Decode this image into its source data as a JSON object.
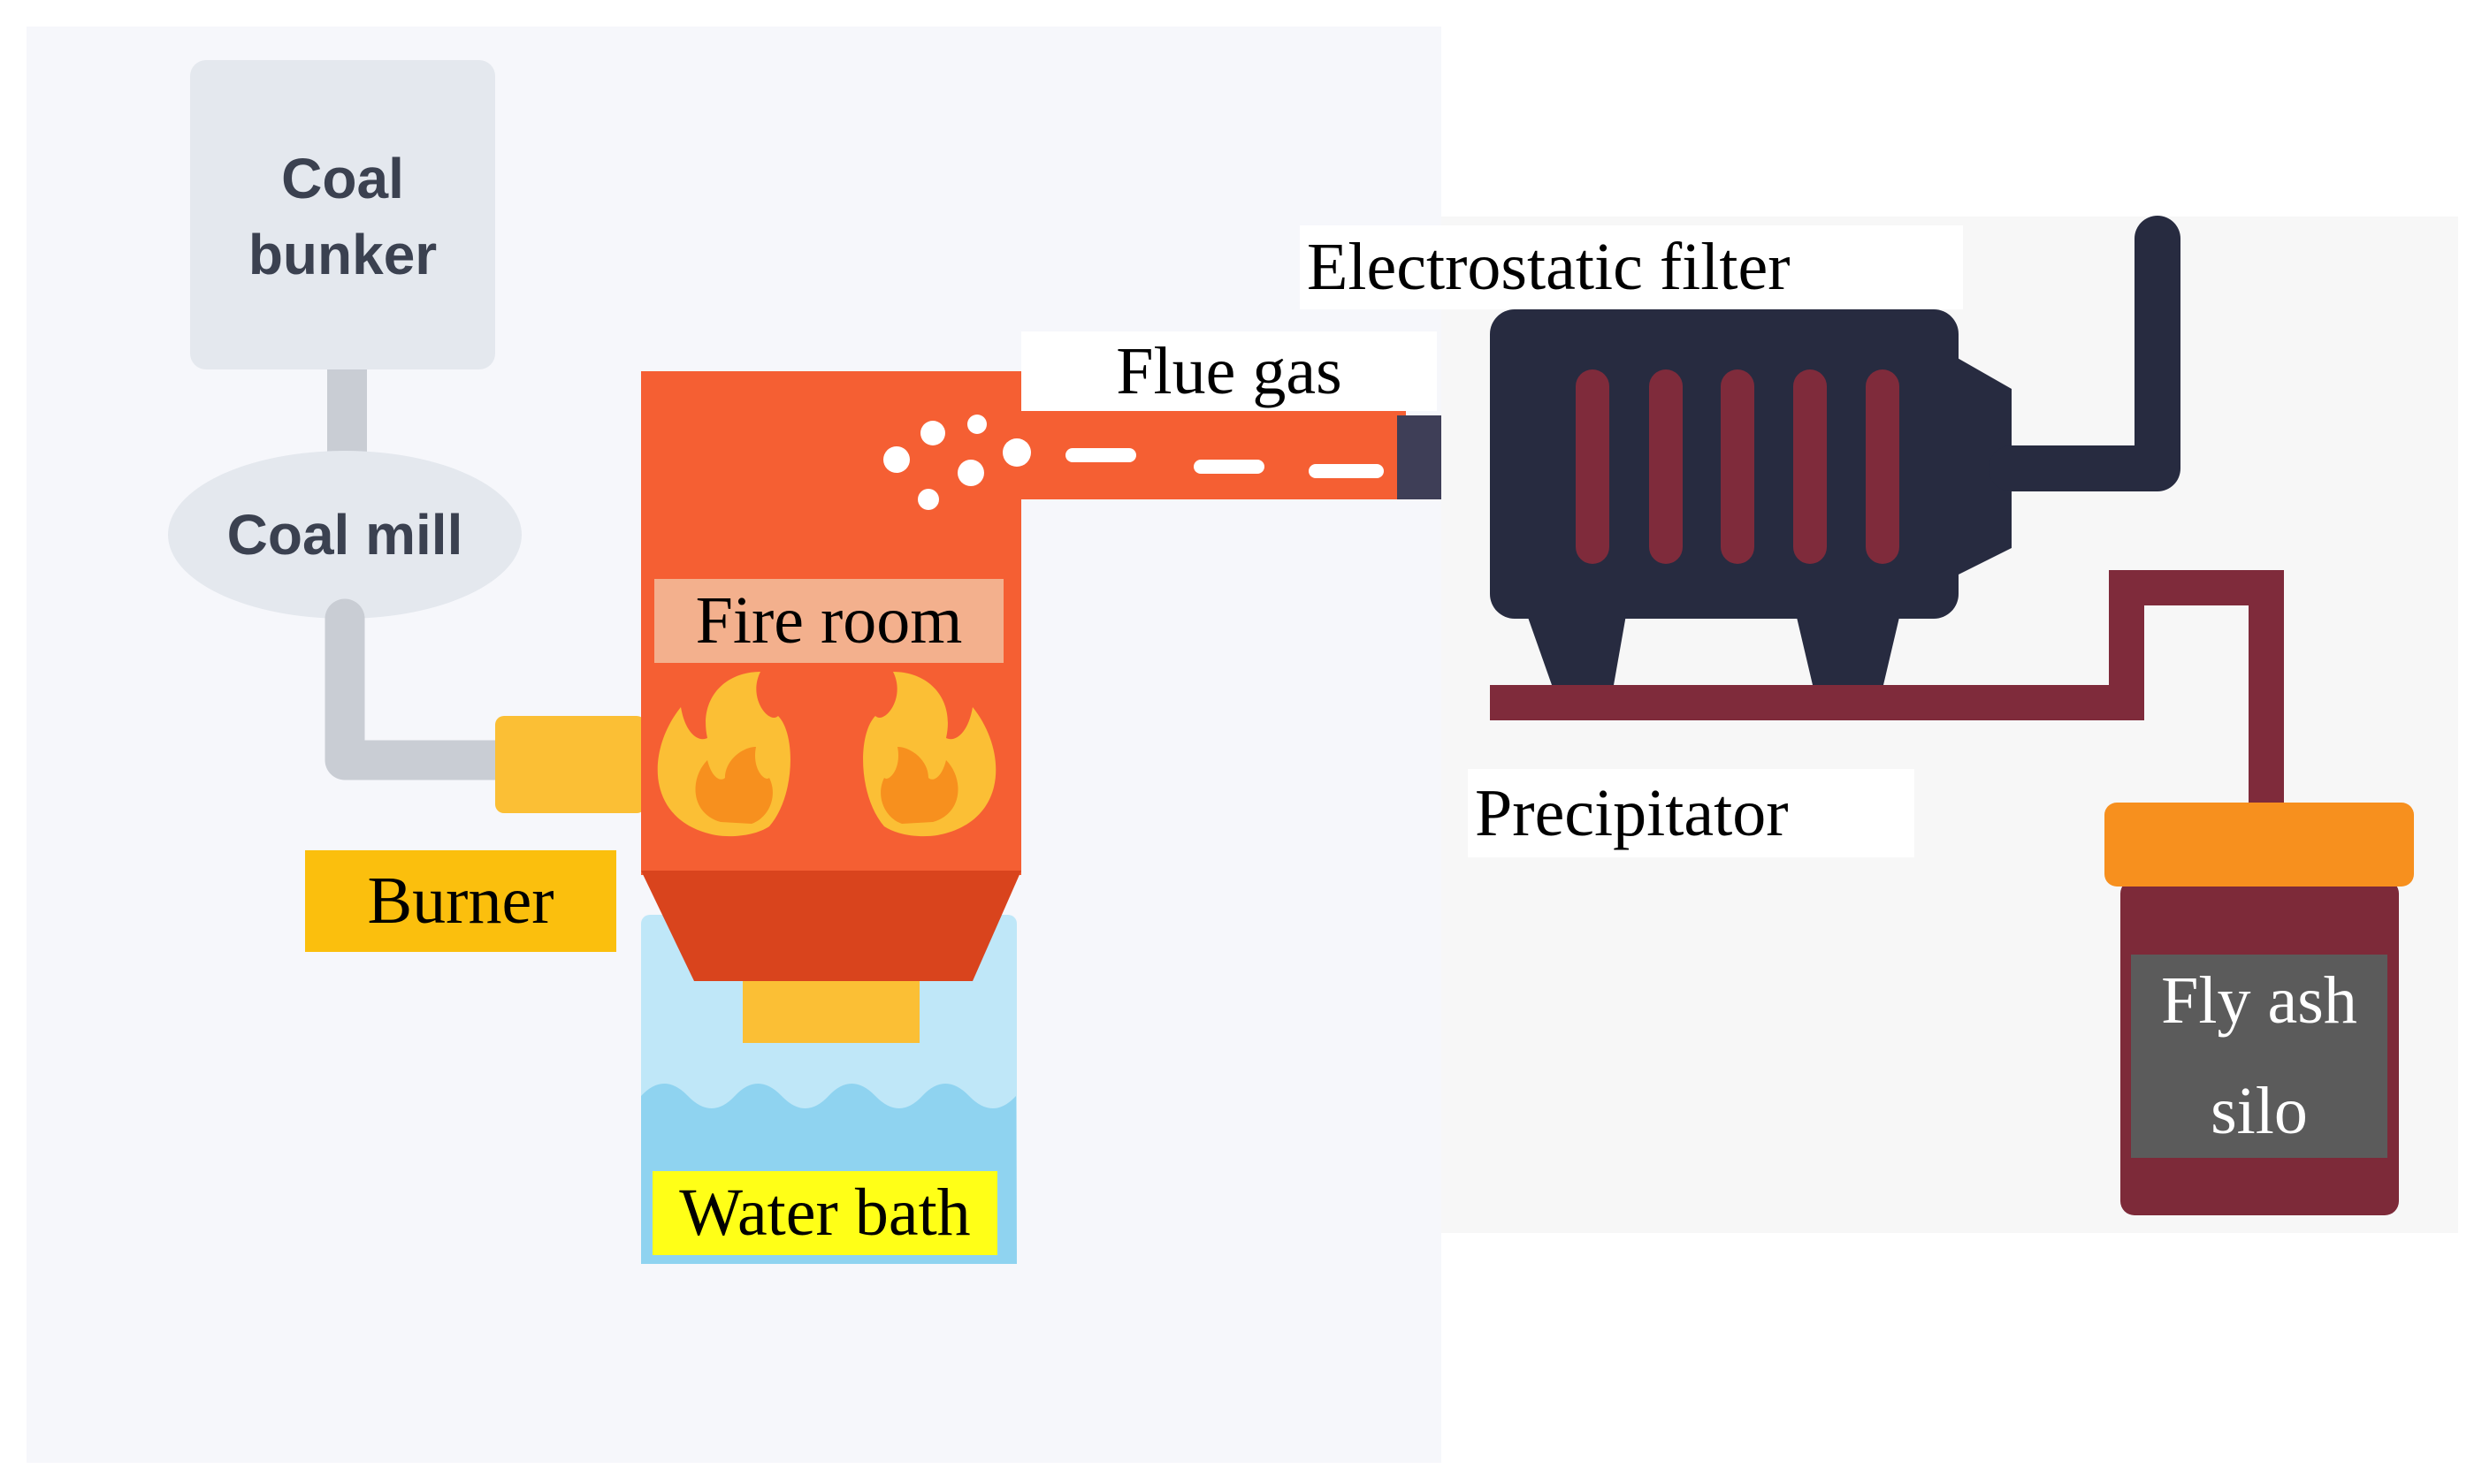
{
  "labels": {
    "coal_bunker_line1": "Coal",
    "coal_bunker_line2": "bunker",
    "coal_mill": "Coal mill",
    "fire_room": "Fire room",
    "burner": "Burner",
    "water_bath": "Water bath",
    "flue_gas": "Flue gas",
    "electrostatic_filter": "Electrostatic filter",
    "precipitator": "Precipitator",
    "fly_ash_line1": "Fly ash",
    "fly_ash_line2": "silo"
  },
  "icons": [
    "flame-icon",
    "smoke-puff-icon",
    "chimney-pipe-icon",
    "wave-icon"
  ],
  "colors": {
    "furnace": "#f55f33",
    "furnace_bottom": "#d9441d",
    "burner": "#fbbf35",
    "water": "#8fd3f0",
    "filter_body": "#272b40",
    "filter_fins": "#7f2b3b",
    "silo_cap": "#f7901e",
    "silo_body": "#7d2a39",
    "fire_room_label_bg": "#f3b08d",
    "burner_label_bg": "#fbbf0d",
    "water_label_bg": "#ffff17",
    "fly_ash_label_bg": "#5b5b5b"
  }
}
